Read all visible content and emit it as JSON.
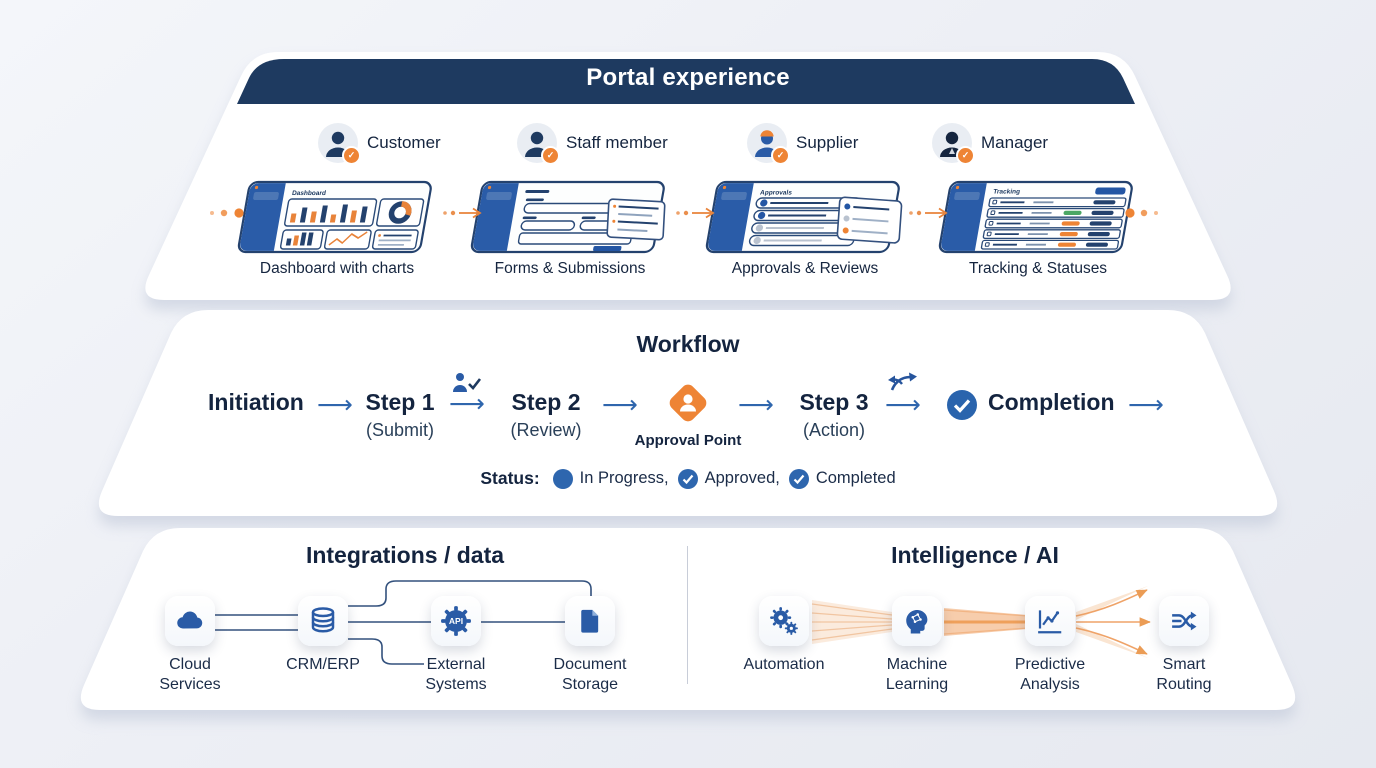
{
  "portal": {
    "title": "Portal experience",
    "personas": [
      {
        "name": "Customer"
      },
      {
        "name": "Staff member"
      },
      {
        "name": "Supplier"
      },
      {
        "name": "Manager"
      }
    ],
    "screens": [
      {
        "caption": "Dashboard with charts",
        "screen_title": "Dashboard"
      },
      {
        "caption": "Forms & Submissions"
      },
      {
        "caption": "Approvals & Reviews",
        "screen_title": "Approvals"
      },
      {
        "caption": "Tracking & Statuses",
        "screen_title": "Tracking"
      }
    ]
  },
  "workflow": {
    "title": "Workflow",
    "steps": [
      {
        "label": "Initiation"
      },
      {
        "label": "Step 1",
        "sub": "(Submit)"
      },
      {
        "label": "Step 2",
        "sub": "(Review)"
      },
      {
        "label": "Approval Point"
      },
      {
        "label": "Step 3",
        "sub": "(Action)"
      },
      {
        "label": "Completion"
      }
    ],
    "status": {
      "label": "Status:",
      "items": [
        {
          "label": "In Progress,",
          "type": "dot"
        },
        {
          "label": "Approved,",
          "type": "check"
        },
        {
          "label": "Completed",
          "type": "check"
        }
      ]
    }
  },
  "integrations": {
    "title": "Integrations / data",
    "api_label": "API",
    "nodes": [
      {
        "label": "Cloud Services",
        "icon": "cloud-icon"
      },
      {
        "label": "CRM/ERP",
        "icon": "database-icon"
      },
      {
        "label": "External Systems",
        "icon": "api-gear-icon"
      },
      {
        "label": "Document Storage",
        "icon": "document-icon"
      }
    ]
  },
  "intelligence": {
    "title": "Intelligence / AI",
    "nodes": [
      {
        "label": "Automation",
        "icon": "gears-icon"
      },
      {
        "label": "Machine Learning",
        "icon": "ml-head-icon"
      },
      {
        "label": "Predictive Analysis",
        "icon": "trend-chart-icon"
      },
      {
        "label": "Smart Routing",
        "icon": "routing-icon"
      }
    ]
  },
  "colors": {
    "navy": "#1e3a60",
    "blue": "#2a64ad",
    "screen_blue": "#2a5ca8",
    "orange": "#ee8435",
    "green": "#4ca765"
  }
}
